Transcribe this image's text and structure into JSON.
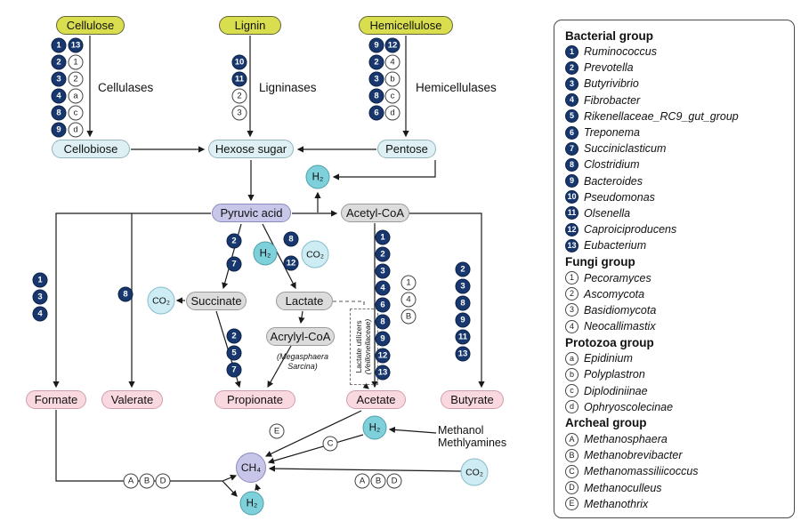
{
  "diagram": {
    "substrates": {
      "cellulose": "Cellulose",
      "lignin": "Lignin",
      "hemicellulose": "Hemicellulose"
    },
    "enzymes": {
      "cellulases": "Cellulases",
      "ligninases": "Ligninases",
      "hemicellulases": "Hemicellulases"
    },
    "intermediates": {
      "cellobiose": "Cellobiose",
      "hexose": "Hexose sugar",
      "pentose": "Pentose",
      "pyruvic": "Pyruvic acid",
      "acetylcoa": "Acetyl-CoA",
      "succinate": "Succinate",
      "lactate": "Lactate",
      "acrylylcoa": "Acrylyl-CoA"
    },
    "products": {
      "formate": "Formate",
      "valerate": "Valerate",
      "propionate": "Propionate",
      "acetate": "Acetate",
      "butyrate": "Butyrate"
    },
    "molecules": {
      "h2": "H₂",
      "co2": "CO₂",
      "ch4": "CH₄"
    },
    "notes": {
      "megasphaera_line1": "(Megasphaera",
      "megasphaera_line2": "Sarcina)",
      "lactate_utilizers_line1": "Lactate utilizers",
      "lactate_utilizers_line2": "(Veillonellaceae)",
      "methanol_line1": "Methanol",
      "methanol_line2": "Methlyamines"
    },
    "circles": {
      "cellulases": [
        [
          "b1",
          "b13"
        ],
        [
          "b2",
          "f1"
        ],
        [
          "b3",
          "f2"
        ],
        [
          "b4",
          "pa"
        ],
        [
          "b8",
          "pc"
        ],
        [
          "b9",
          "pd"
        ]
      ],
      "ligninases": [
        [
          "b10"
        ],
        [
          "b11"
        ],
        [
          "f2"
        ],
        [
          "f3"
        ]
      ],
      "hemicellulases": [
        [
          "b9",
          "b12"
        ],
        [
          "b2",
          "f4"
        ],
        [
          "b3",
          "pb"
        ],
        [
          "b8",
          "pc"
        ],
        [
          "b6",
          "pd"
        ]
      ],
      "formate_path": [
        [
          "b1"
        ],
        [
          "b3"
        ],
        [
          "b4"
        ]
      ],
      "valerate_path": [
        [
          "b8"
        ]
      ],
      "succinate_path": [
        [
          "b2"
        ],
        [
          "b7"
        ]
      ],
      "lactate_path": [
        [
          "b8"
        ],
        [
          "b12"
        ]
      ],
      "propionate_path": [
        [
          "b2"
        ],
        [
          "b5"
        ],
        [
          "b7"
        ]
      ],
      "acetate_path_bacteria": [
        [
          "b1"
        ],
        [
          "b2"
        ],
        [
          "b3"
        ],
        [
          "b4"
        ],
        [
          "b6"
        ],
        [
          "b8"
        ],
        [
          "b9"
        ],
        [
          "b12"
        ],
        [
          "b13"
        ]
      ],
      "acetate_path_other": [
        [
          "f1"
        ],
        [
          "f4"
        ],
        [
          "aB"
        ]
      ],
      "butyrate_path": [
        [
          "b2"
        ],
        [
          "b3"
        ],
        [
          "b8"
        ],
        [
          "b9"
        ],
        [
          "b11"
        ],
        [
          "b13"
        ]
      ],
      "acetate_methanogen": [
        [
          "aE"
        ]
      ],
      "h2_methanogen": [
        [
          "aC"
        ]
      ],
      "formate_methanogens": [
        [
          "aA",
          "aB",
          "aD"
        ]
      ],
      "co2_methanogens": [
        [
          "aA",
          "aB",
          "aD"
        ]
      ]
    },
    "colors": {
      "substrate": "#d9de4e",
      "sugar": "#def0f4",
      "pyruvic": "#c8c7ea",
      "intermediate_gray": "#dcdcdc",
      "product": "#f9d8df",
      "h2": "#7ed0da",
      "co2": "#cdecf4",
      "ch4": "#c7c5e8",
      "bacteria_circle": "#17376e"
    }
  },
  "legend": {
    "sections": [
      {
        "title": "Bacterial group",
        "kind": "b",
        "items": [
          [
            "1",
            "Ruminococcus"
          ],
          [
            "2",
            "Prevotella"
          ],
          [
            "3",
            "Butyrivibrio"
          ],
          [
            "4",
            "Fibrobacter"
          ],
          [
            "5",
            "Rikenellaceae_RC9_gut_group"
          ],
          [
            "6",
            "Treponema"
          ],
          [
            "7",
            "Succiniclasticum"
          ],
          [
            "8",
            "Clostridium"
          ],
          [
            "9",
            "Bacteroides"
          ],
          [
            "10",
            "Pseudomonas"
          ],
          [
            "11",
            "Olsenella"
          ],
          [
            "12",
            "Caproiciproducens"
          ],
          [
            "13",
            "Eubacterium"
          ]
        ]
      },
      {
        "title": "Fungi group",
        "kind": "f",
        "items": [
          [
            "1",
            "Pecoramyces"
          ],
          [
            "2",
            "Ascomycota"
          ],
          [
            "3",
            "Basidiomycota"
          ],
          [
            "4",
            "Neocallimastix"
          ]
        ]
      },
      {
        "title": "Protozoa group",
        "kind": "p",
        "items": [
          [
            "a",
            "Epidinium"
          ],
          [
            "b",
            "Polyplastron"
          ],
          [
            "c",
            "Diplodiniinae"
          ],
          [
            "d",
            "Ophryoscolecinae"
          ]
        ]
      },
      {
        "title": "Archeal group",
        "kind": "a",
        "items": [
          [
            "A",
            "Methanosphaera"
          ],
          [
            "B",
            "Methanobrevibacter"
          ],
          [
            "C",
            "Methanomassiliicoccus"
          ],
          [
            "D",
            "Methanoculleus"
          ],
          [
            "E",
            "Methanothrix"
          ]
        ]
      }
    ]
  }
}
